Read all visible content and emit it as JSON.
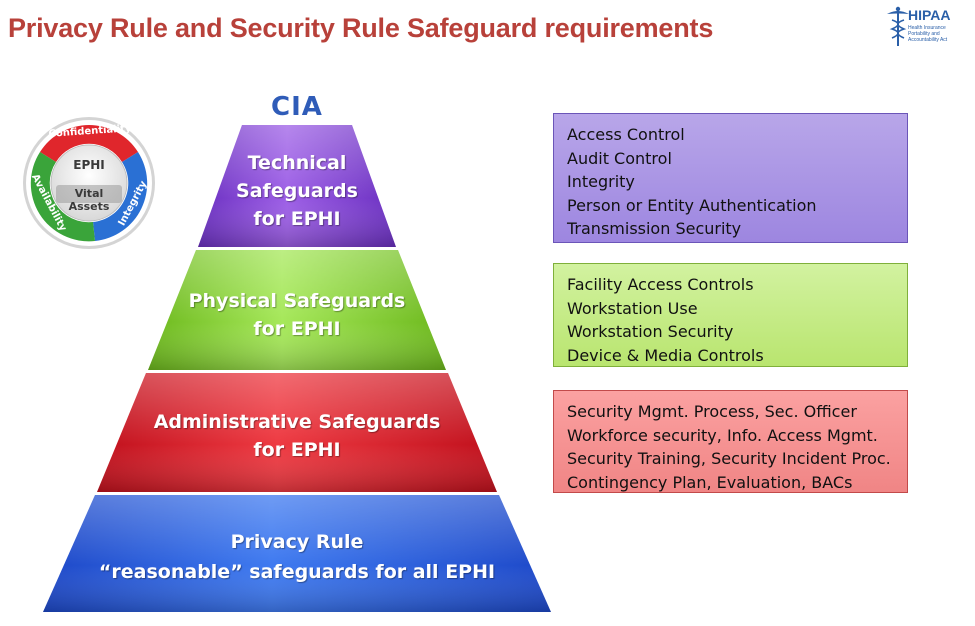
{
  "title": "Privacy Rule and Security Rule Safeguard requirements",
  "logo": {
    "text": "HIPAA",
    "icon": "caduceus-icon",
    "subtext": "Health Insurance Portability and Accountability Act"
  },
  "pyramid": {
    "top_label": "CIA",
    "tiers": [
      {
        "line1": "Technical",
        "line2": "Safeguards",
        "line3": "for EPHI",
        "color": "#8a4fd6"
      },
      {
        "line1": "Physical Safeguards",
        "line2": "for EPHI",
        "color": "#8cd23a"
      },
      {
        "line1": "Administrative Safeguards",
        "line2": "for EPHI",
        "color": "#e0212c"
      },
      {
        "line1": "Privacy Rule",
        "line2": "“reasonable” safeguards for all EPHI",
        "color": "#2b5fe0"
      }
    ]
  },
  "cia_seal": {
    "center_top": "EPHI",
    "center_bottom": "Vital Assets",
    "ring": [
      "Confidentiality",
      "Integrity",
      "Availability"
    ],
    "colors": {
      "confidentiality": "#e0262c",
      "integrity": "#2a70d4",
      "availability": "#3aa43a"
    }
  },
  "boxes": {
    "technical": [
      "Access Control",
      "Audit Control",
      "Integrity",
      "Person or Entity Authentication",
      "Transmission Security"
    ],
    "physical": [
      "Facility Access Controls",
      "Workstation Use",
      "Workstation Security",
      "Device & Media Controls"
    ],
    "administrative": [
      "Security Mgmt. Process, Sec. Officer",
      "Workforce security, Info. Access Mgmt.",
      "Security Training, Security Incident Proc.",
      "Contingency Plan, Evaluation, BACs"
    ]
  }
}
